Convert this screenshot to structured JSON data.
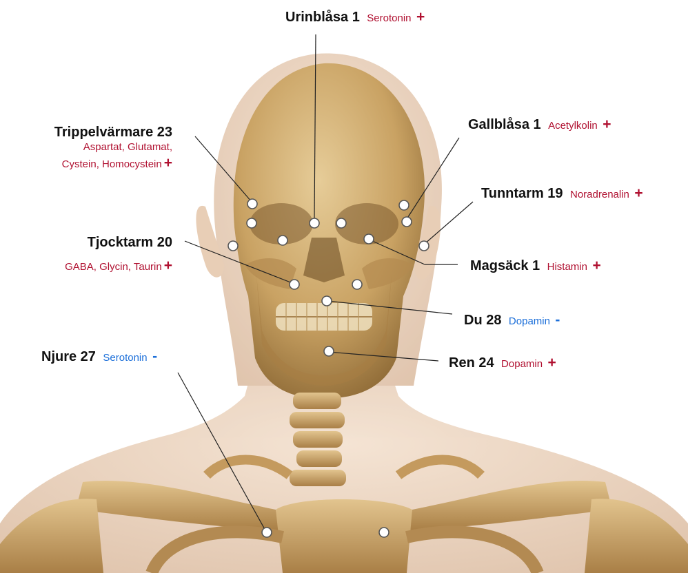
{
  "colors": {
    "name": "#111111",
    "increase": "#b01030",
    "decrease": "#1c6fd9",
    "point_fill": "#ffffff",
    "point_stroke": "#555555"
  },
  "illustration": "skull-and-torso-anatomy",
  "labels": {
    "urinblasa_1": {
      "name": "Urinblåsa 1",
      "substance": "Serotonin",
      "sign": "+"
    },
    "gallblasa_1": {
      "name": "Gallblåsa 1",
      "substance": "Acetylkolin",
      "sign": "+"
    },
    "trippelvarmare_23": {
      "name": "Trippelvärmare 23",
      "substance_line1": "Aspartat, Glutamat,",
      "substance_line2": "Cystein, Homocystein",
      "sign": "+"
    },
    "tunntarm_19": {
      "name": "Tunntarm 19",
      "substance": "Noradrenalin",
      "sign": "+"
    },
    "tjocktarm_20": {
      "name": "Tjocktarm 20",
      "substance": "GABA, Glycin, Taurin",
      "sign": "+"
    },
    "magsack_1": {
      "name": "Magsäck 1",
      "substance": "Histamin",
      "sign": "+"
    },
    "du_28": {
      "name": "Du 28",
      "substance": "Dopamin",
      "sign": "-"
    },
    "njure_27": {
      "name": "Njure 27",
      "substance": "Serotonin",
      "sign": "-"
    },
    "ren_24": {
      "name": "Ren 24",
      "substance": "Dopamin",
      "sign": "+"
    }
  }
}
